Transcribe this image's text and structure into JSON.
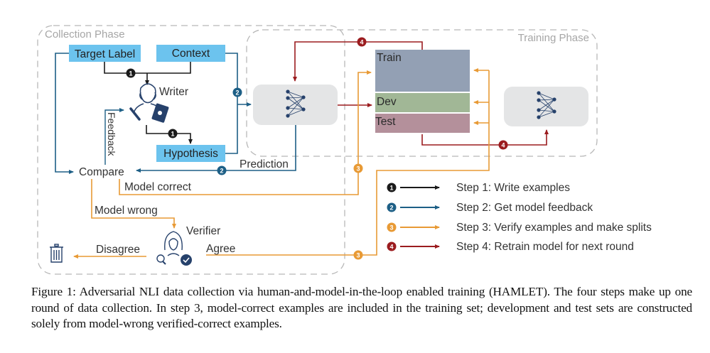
{
  "figure": {
    "phases": {
      "collection": "Collection Phase",
      "training": "Training Phase"
    },
    "nodes": {
      "target_label": "Target Label",
      "context": "Context",
      "writer": "Writer",
      "hypothesis": "Hypothesis",
      "feedback": "Feedback",
      "compare": "Compare",
      "prediction": "Prediction",
      "model_correct": "Model correct",
      "model_wrong": "Model wrong",
      "verifier": "Verifier",
      "disagree": "Disagree",
      "agree": "Agree"
    },
    "splits": {
      "train": "Train",
      "dev": "Dev",
      "test": "Test"
    },
    "step_markers": [
      "1",
      "2",
      "3",
      "4"
    ],
    "legend": [
      {
        "step": "1",
        "label": "Step 1: Write examples",
        "color": "#1a1a1a"
      },
      {
        "step": "2",
        "label": "Step 2: Get model feedback",
        "color": "#1d5f86"
      },
      {
        "step": "3",
        "label": "Step 3: Verify examples and make splits",
        "color": "#e89a35"
      },
      {
        "step": "4",
        "label": "Step 4: Retrain model for next round",
        "color": "#9b1c1f"
      }
    ],
    "colors": {
      "input_box": "#6cc3ee",
      "train": "#93a0b4",
      "dev": "#a1b796",
      "test": "#b4909b",
      "model_box": "#e4e5e6",
      "icon_navy": "#26416b",
      "dashed": "#b8b8b8"
    },
    "icons": {
      "writer": "writer-person-icon",
      "verifier": "verifier-person-icon",
      "trash": "trash-icon",
      "model": "neural-network-icon"
    }
  },
  "caption": {
    "text": "Figure 1: Adversarial NLI data collection via human-and-model-in-the-loop enabled training (HAMLET). The four steps make up one round of data collection. In step 3, model-correct examples are included in the training set; development and test sets are constructed solely from model-wrong verified-correct examples."
  }
}
